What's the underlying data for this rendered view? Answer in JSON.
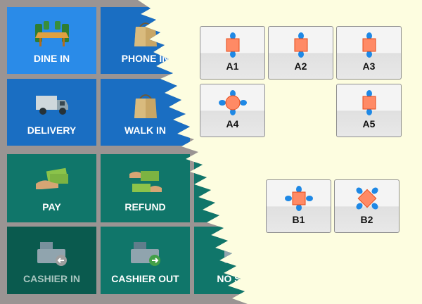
{
  "order_types": [
    {
      "label": "DINE IN",
      "icon": "dining-table-icon"
    },
    {
      "label": "PHONE IN",
      "icon": "shopping-bag-icon"
    },
    {
      "label": "DELIVERY",
      "icon": "delivery-truck-icon"
    },
    {
      "label": "WALK IN",
      "icon": "shopping-bag-icon"
    }
  ],
  "actions": [
    {
      "label": "PAY",
      "icon": "money-hand-icon"
    },
    {
      "label": "REFUND",
      "icon": "money-exchange-icon"
    },
    {
      "label": "CASHIER IN",
      "icon": "cash-register-in-icon"
    },
    {
      "label": "CASHIER OUT",
      "icon": "cash-register-out-icon"
    },
    {
      "label": "NO SALE",
      "icon": "cash-register-icon"
    }
  ],
  "tables": [
    {
      "label": "A1",
      "icon": "table-two-seat-icon"
    },
    {
      "label": "A2",
      "icon": "table-two-seat-icon"
    },
    {
      "label": "A3",
      "icon": "table-two-seat-icon"
    },
    {
      "label": "A4",
      "icon": "table-round-four-seat-icon"
    },
    {
      "label": "A5",
      "icon": "table-two-seat-icon"
    },
    {
      "label": "B1",
      "icon": "table-four-seat-icon"
    },
    {
      "label": "B2",
      "icon": "table-diamond-four-seat-icon"
    }
  ],
  "colors": {
    "blue": "#1a6ec2",
    "blue_selected": "#2a8be8",
    "green": "#10766a",
    "floor": "#fdfde0"
  }
}
